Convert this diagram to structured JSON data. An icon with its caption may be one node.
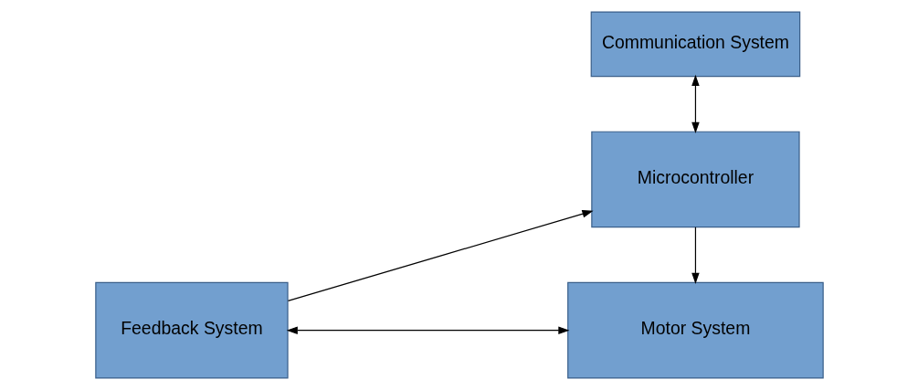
{
  "diagram": {
    "nodes": [
      {
        "text": [
          "Communication System"
        ]
      },
      {
        "text": [
          "Microcontroller"
        ]
      },
      {
        "text": [
          "Feedback System"
        ]
      },
      {
        "text": [
          "Motor System"
        ]
      }
    ],
    "edges": [
      {
        "from": 0,
        "to": 1,
        "arrow": "both"
      },
      {
        "from": 2,
        "to": 1,
        "arrow": "to"
      },
      {
        "from": 1,
        "to": 3,
        "arrow": "to"
      },
      {
        "from": 2,
        "to": 3,
        "arrow": "both"
      }
    ]
  }
}
